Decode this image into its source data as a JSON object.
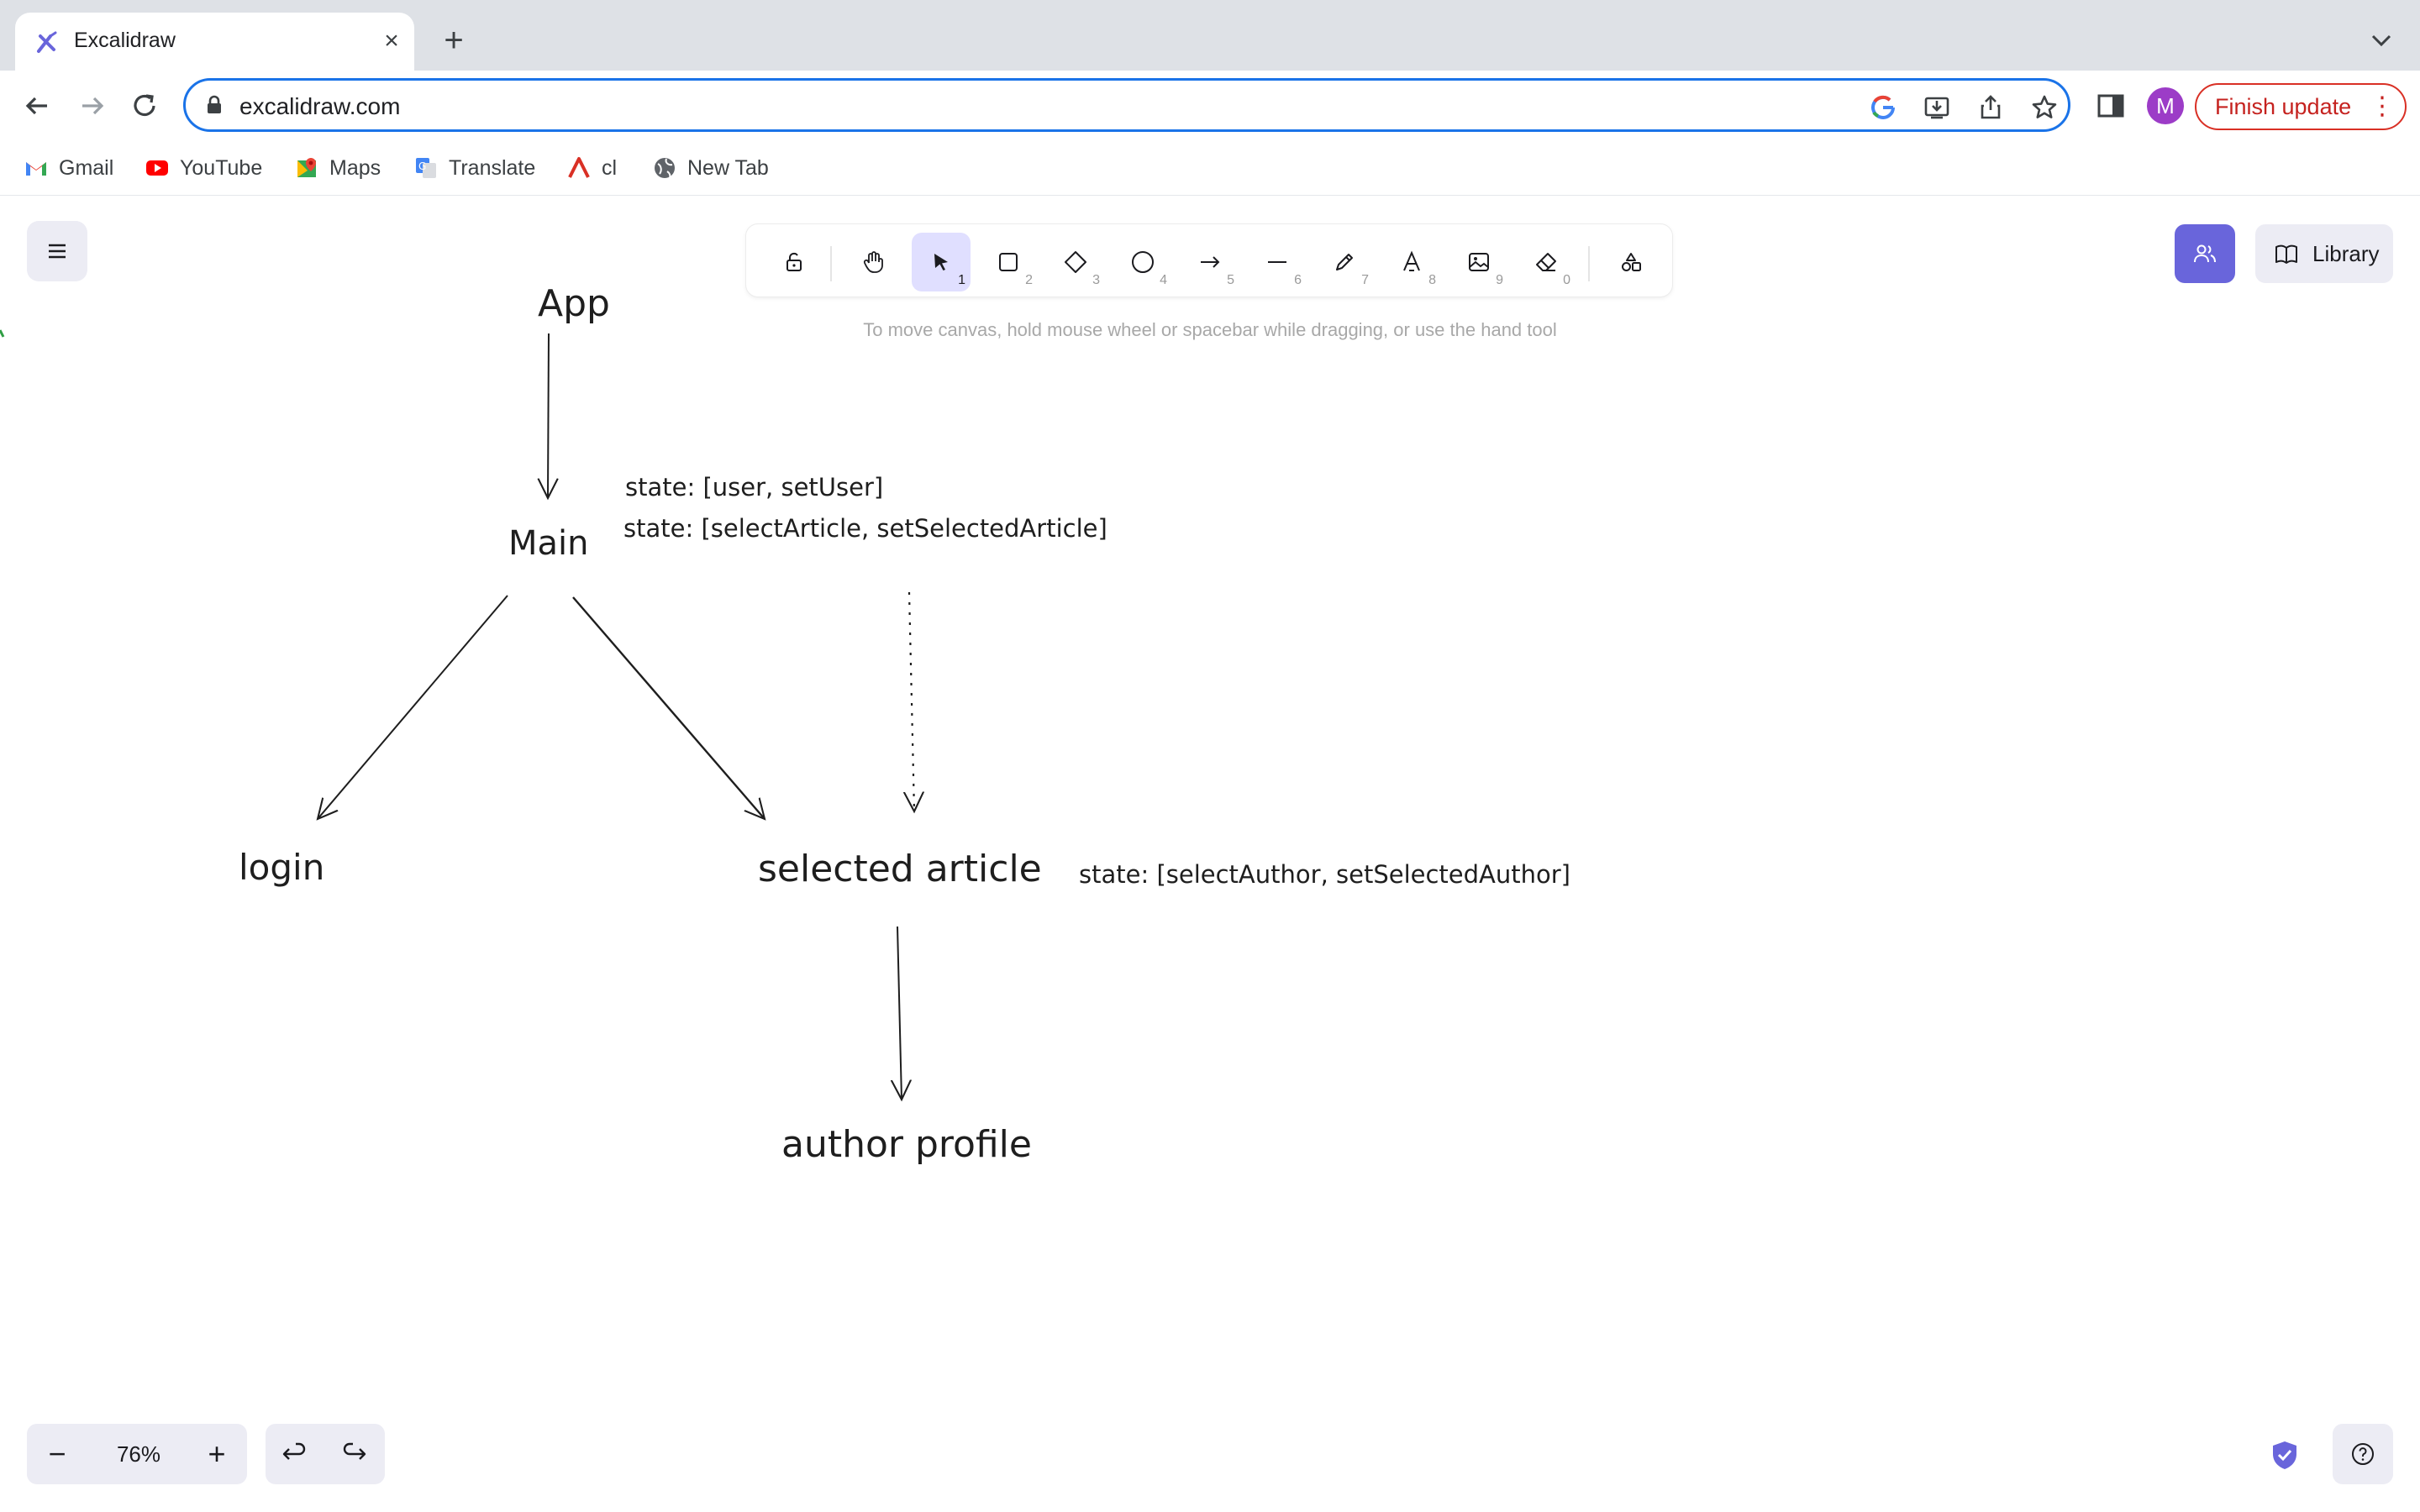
{
  "browser": {
    "tab_title": "Excalidraw",
    "url": "excalidraw.com",
    "finish_update": "Finish update",
    "avatar_letter": "M",
    "bookmarks": [
      "Gmail",
      "YouTube",
      "Maps",
      "Translate",
      "cl",
      "New Tab"
    ]
  },
  "toolbar": {
    "tools": [
      {
        "name": "lock",
        "key": ""
      },
      {
        "name": "hand",
        "key": ""
      },
      {
        "name": "selection",
        "key": "1"
      },
      {
        "name": "rectangle",
        "key": "2"
      },
      {
        "name": "diamond",
        "key": "3"
      },
      {
        "name": "ellipse",
        "key": "4"
      },
      {
        "name": "arrow",
        "key": "5"
      },
      {
        "name": "line",
        "key": "6"
      },
      {
        "name": "draw",
        "key": "7"
      },
      {
        "name": "text",
        "key": "8"
      },
      {
        "name": "image",
        "key": "9"
      },
      {
        "name": "eraser",
        "key": "0"
      },
      {
        "name": "extra-tools",
        "key": ""
      }
    ],
    "active_tool": "selection",
    "hint": "To move canvas, hold mouse wheel or spacebar while dragging, or use the hand tool"
  },
  "library_label": "Library",
  "zoom": {
    "value": "76%",
    "minus": "−",
    "plus": "+"
  },
  "canvas": {
    "nodes": {
      "app": "App",
      "main": "Main",
      "login": "login",
      "selected_article": "selected article",
      "author_profile": "author profile"
    },
    "notes": {
      "main_state_1": "state: [user, setUser]",
      "main_state_2": "state: [selectArticle, setSelectedArticle]",
      "article_state": "state: [selectAuthor, setSelectedAuthor]"
    }
  },
  "colors": {
    "accent": "#6965db",
    "active_tool_bg": "#e0dfff",
    "stroke": "#1e1e1e",
    "omnibox_border": "#1a73e8",
    "update_red": "#d93025"
  }
}
